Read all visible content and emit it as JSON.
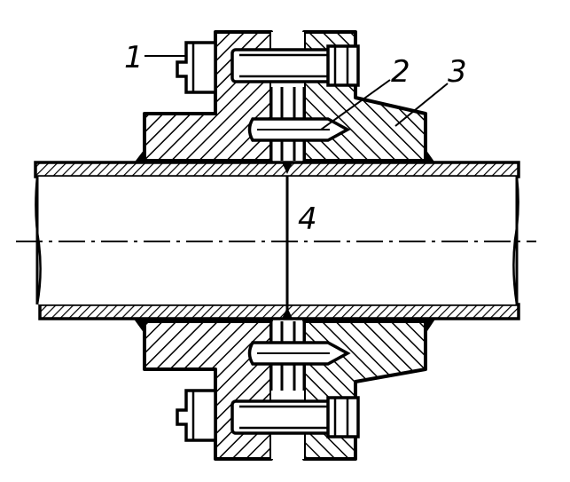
{
  "figure": {
    "callouts": [
      {
        "id": "1",
        "label": "1"
      },
      {
        "id": "2",
        "label": "2"
      },
      {
        "id": "3",
        "label": "3"
      },
      {
        "id": "4",
        "label": "4"
      }
    ]
  }
}
